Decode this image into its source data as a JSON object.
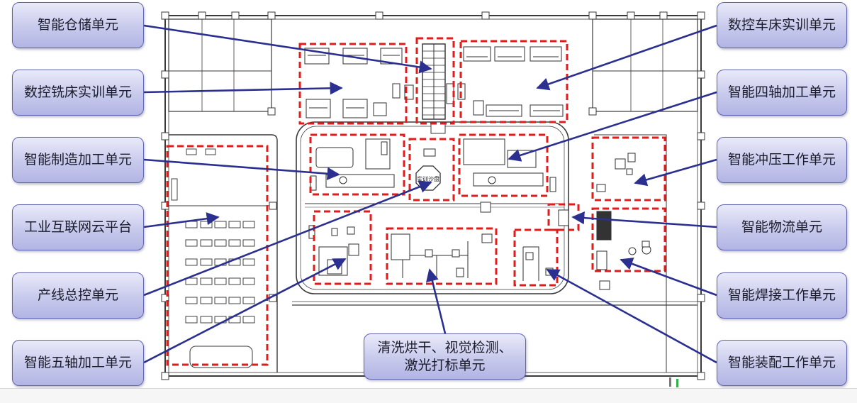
{
  "labels": {
    "smart_storage": "智能仓储单元",
    "cnc_milling": "数控铣床实训单元",
    "smart_manufacturing": "智能制造加工单元",
    "iiot_cloud": "工业互联网云平台",
    "line_master_control": "产线总控单元",
    "five_axis": "智能五轴加工单元",
    "cleaning_line1": "清洗烘干、视觉检测、",
    "cleaning_line2": "激光打标单元",
    "cnc_lathe": "数控车床实训单元",
    "four_axis": "智能四轴加工单元",
    "stamping": "智能冲压工作单元",
    "logistics": "智能物流单元",
    "welding": "智能焊接工作单元",
    "assembly": "智能装配工作单元"
  },
  "sandtable_text": "实训沙盘",
  "colors": {
    "arrow": "#2b2f8f",
    "zone_border": "#e31b1b",
    "wall": "#3a3a3a",
    "label_border": "#5f64b0",
    "marker_green": "#2fb24a",
    "marker_gray": "#7a7a7a"
  }
}
